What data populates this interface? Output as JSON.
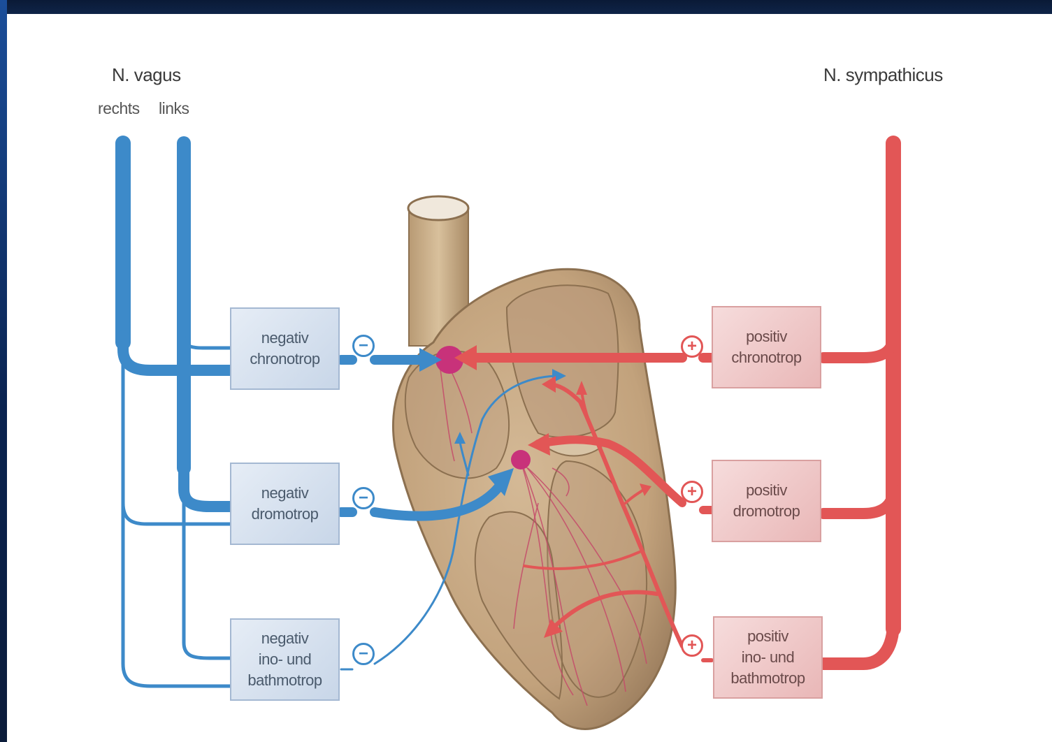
{
  "vagus": {
    "title": "N. vagus",
    "right_label": "rechts",
    "left_label": "links",
    "effects": [
      {
        "text": "negativ\nchronotrop",
        "sign": "−"
      },
      {
        "text": "negativ\ndromotrop",
        "sign": "−"
      },
      {
        "text": "negativ\nino- und\nbathmotrop",
        "sign": "−"
      }
    ]
  },
  "sympathicus": {
    "title": "N. sympathicus",
    "effects": [
      {
        "text": "positiv\nchronotrop",
        "sign": "+"
      },
      {
        "text": "positiv\ndromotrop",
        "sign": "+"
      },
      {
        "text": "positiv\nino- und\nbathmotrop",
        "sign": "+"
      }
    ]
  },
  "colors": {
    "vagus_blue": "#3d8ac9",
    "sympathetic_red": "#e25656",
    "node_magenta": "#c8327a",
    "heart_tan": "#c9ad8a",
    "frame_navy": "#0b1c3a"
  }
}
